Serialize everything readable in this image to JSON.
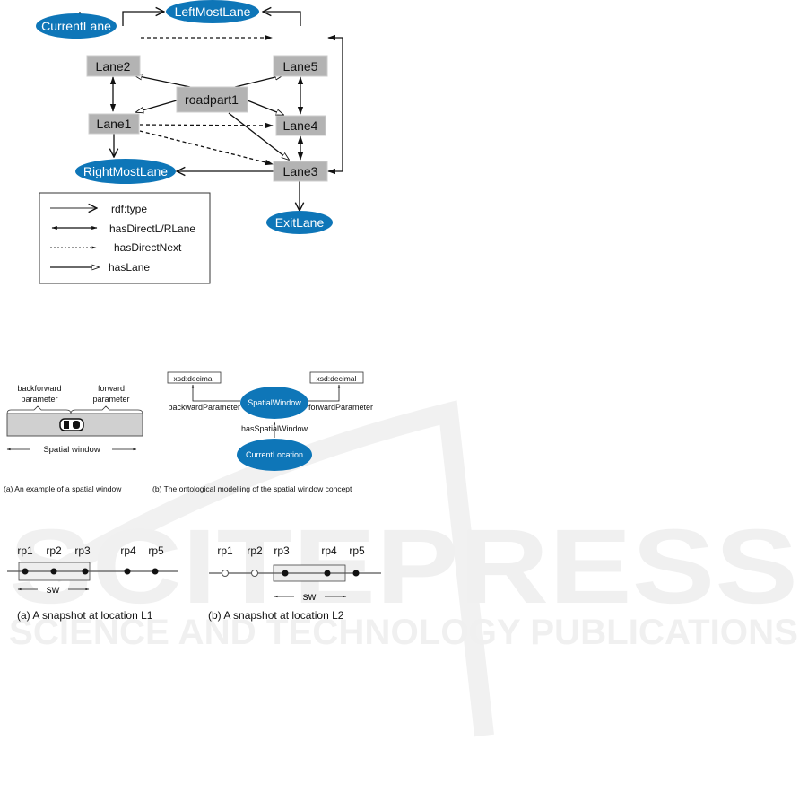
{
  "colors": {
    "ellipse": "#0e76b8",
    "box": "#b3b3b3",
    "line": "#111111",
    "watermark": "#e2e2e2"
  },
  "figure1": {
    "nodes": {
      "current_lane": "CurrentLane",
      "left_most_lane": "LeftMostLane",
      "right_most_lane": "RightMostLane",
      "exit_lane": "ExitLane",
      "lane1": "Lane1",
      "lane2": "Lane2",
      "lane3": "Lane3",
      "lane4": "Lane4",
      "lane5": "Lane5",
      "roadpart1": "roadpart1"
    },
    "legend": [
      "rdf:type",
      "hasDirectL/RLane",
      "hasDirectNext",
      "hasLane"
    ]
  },
  "figure2": {
    "a": {
      "backforward_line1": "backforward",
      "backforward_line2": "parameter",
      "forward_line1": "forward",
      "forward_line2": "parameter",
      "spatial_window": "Spatial window",
      "caption": "(a)  An example of a spatial window"
    },
    "b": {
      "xsd_left": "xsd:decimal",
      "xsd_right": "xsd:decimal",
      "spatial_window_node": "SpatialWindow",
      "backward_parameter": "backwardParameter",
      "forward_parameter": "forwardParameter",
      "has_spatial_window": "hasSpatialWindow",
      "current_location": "CurrentLocation",
      "caption": "(b)  The ontological modelling of the spatial window concept"
    }
  },
  "figure3": {
    "a": {
      "points": [
        "rp1",
        "rp2",
        "rp3",
        "rp4",
        "rp5"
      ],
      "sw": "sw",
      "caption": "(a)  A snapshot at location  L1"
    },
    "b": {
      "points": [
        "rp1",
        "rp2",
        "rp3",
        "rp4",
        "rp5"
      ],
      "sw": "sw",
      "caption": "(b)  A snapshot at location  L2"
    }
  },
  "watermark": {
    "line1": "SCITEPRESS",
    "line2": "SCIENCE AND TECHNOLOGY PUBLICATIONS"
  }
}
